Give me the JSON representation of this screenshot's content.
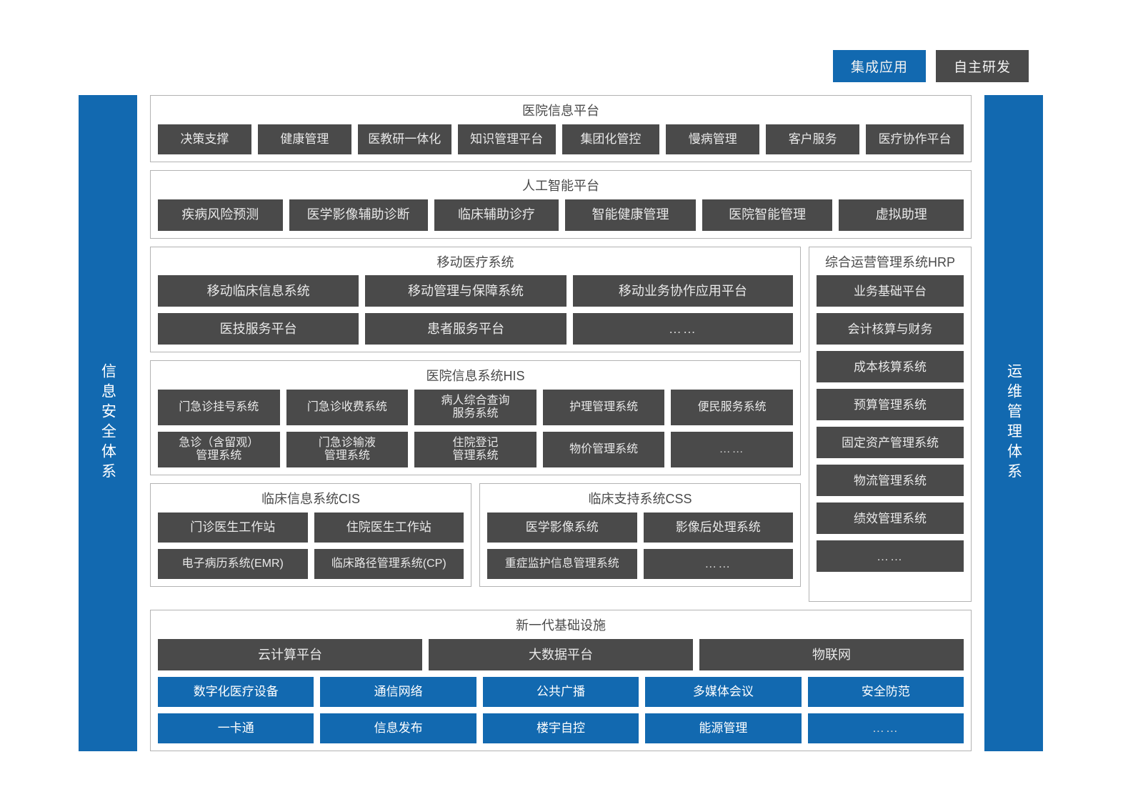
{
  "legend": [
    {
      "label": "集成应用",
      "color": "#1269b0",
      "type": "integrated"
    },
    {
      "label": "自主研发",
      "color": "#4a4a4a",
      "type": "self-developed"
    }
  ],
  "left_bar": {
    "label": "信息安全体系"
  },
  "right_bar": {
    "label": "运维管理体系"
  },
  "sections": {
    "hospital_info_platform": {
      "title": "医院信息平台",
      "items": [
        "决策支撑",
        "健康管理",
        "医教研一体化",
        "知识管理平台",
        "集团化管控",
        "慢病管理",
        "客户服务",
        "医疗协作平台"
      ]
    },
    "ai_platform": {
      "title": "人工智能平台",
      "items": [
        "疾病风险预测",
        "医学影像辅助诊断",
        "临床辅助诊疗",
        "智能健康管理",
        "医院智能管理",
        "虚拟助理"
      ]
    },
    "mobile_medical": {
      "title": "移动医疗系统",
      "row1": [
        "移动临床信息系统",
        "移动管理与保障系统",
        "移动业务协作应用平台"
      ],
      "row2": [
        "医技服务平台",
        "患者服务平台",
        "……"
      ]
    },
    "his": {
      "title": "医院信息系统HIS",
      "row1": [
        "门急诊挂号系统",
        "门急诊收费系统",
        "病人综合查询\n服务系统",
        "护理管理系统",
        "便民服务系统"
      ],
      "row2": [
        "急诊（含留观）\n管理系统",
        "门急诊输液\n管理系统",
        "住院登记\n管理系统",
        "物价管理系统",
        "……"
      ]
    },
    "cis": {
      "title": "临床信息系统CIS",
      "row1": [
        "门诊医生工作站",
        "住院医生工作站"
      ],
      "row2": [
        "电子病历系统(EMR)",
        "临床路径管理系统(CP)"
      ]
    },
    "css": {
      "title": "临床支持系统CSS",
      "row1": [
        "医学影像系统",
        "影像后处理系统"
      ],
      "row2": [
        "重症监护信息管理系统",
        "……"
      ]
    },
    "hrp": {
      "title": "综合运营管理系统HRP",
      "items": [
        "业务基础平台",
        "会计核算与财务",
        "成本核算系统",
        "预算管理系统",
        "固定资产管理系统",
        "物流管理系统",
        "绩效管理系统",
        "……"
      ]
    },
    "infrastructure": {
      "title": "新一代基础设施",
      "row1": [
        "云计算平台",
        "大数据平台",
        "物联网"
      ],
      "row2": [
        "数字化医疗设备",
        "通信网络",
        "公共广播",
        "多媒体会议",
        "安全防范"
      ],
      "row3": [
        "一卡通",
        "信息发布",
        "楼宇自控",
        "能源管理",
        "……"
      ]
    }
  },
  "colors": {
    "blue": "#1269b0",
    "dark": "#4a4a4a",
    "panel_border": "#b3b3b3",
    "text_light": "#e9e9e9",
    "title_text": "#4a4a4a"
  }
}
